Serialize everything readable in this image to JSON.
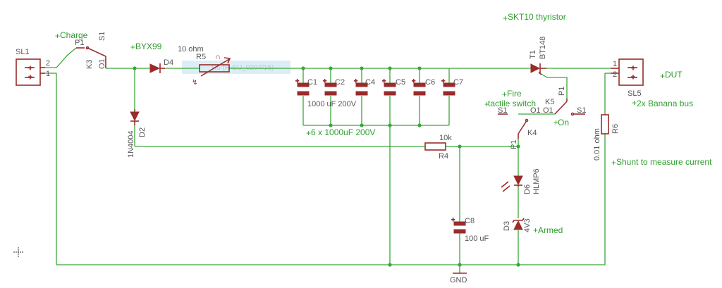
{
  "colors": {
    "wire": "#3aa63a",
    "part": "#9a2b2b",
    "label": "#555555",
    "note": "#2f9e2f",
    "highlight": "#dbeef6"
  },
  "connectors": {
    "sl1": {
      "name": "SL1",
      "pin_top": "2",
      "pin_bottom": "1"
    },
    "sl5": {
      "name": "SL5",
      "pin_top": "1",
      "pin_bottom": "2"
    }
  },
  "switches": {
    "k3": {
      "name": "K3",
      "p": "P1",
      "s": "S1",
      "o": "O1"
    },
    "k5": {
      "name": "K5",
      "p": "P1",
      "s_left": "S1",
      "o": "O1"
    },
    "k4": {
      "name": "K4",
      "p": "P1",
      "o": "O1",
      "s": "S1"
    }
  },
  "parts": {
    "d4": {
      "name": "D4"
    },
    "d2": {
      "name": "D2",
      "value": "1N4004"
    },
    "r5": {
      "name": "R5",
      "value": "10 ohm"
    },
    "r4": {
      "name": "R4",
      "value": "10k"
    },
    "r6": {
      "name": "R6",
      "value": "0.01 ohm"
    },
    "c1": {
      "name": "C1"
    },
    "c2": {
      "name": "C2"
    },
    "c4": {
      "name": "C4"
    },
    "c5": {
      "name": "C5"
    },
    "c6": {
      "name": "C6"
    },
    "c7": {
      "name": "C7"
    },
    "c1_value": "1000 uF 200V",
    "c8": {
      "name": "C8",
      "value": "100 uF"
    },
    "t1": {
      "name": "T1",
      "value": "BT148"
    },
    "d6": {
      "name": "D6",
      "value": "HLMP6"
    },
    "d3": {
      "name": "D3",
      "value": "4V3"
    },
    "gnd": "GND"
  },
  "notes": {
    "charge": "Charge",
    "byx99": "BYX99",
    "skt10": "SKT10 thyristor",
    "dut": "DUT",
    "banana": "2x Banana bus",
    "fire": "Fire",
    "tactile": "tactile switch",
    "on": "On",
    "caps": "6 x 1000uF 200V",
    "shunt": "Shunt to measure current",
    "armed": "Armed"
  }
}
